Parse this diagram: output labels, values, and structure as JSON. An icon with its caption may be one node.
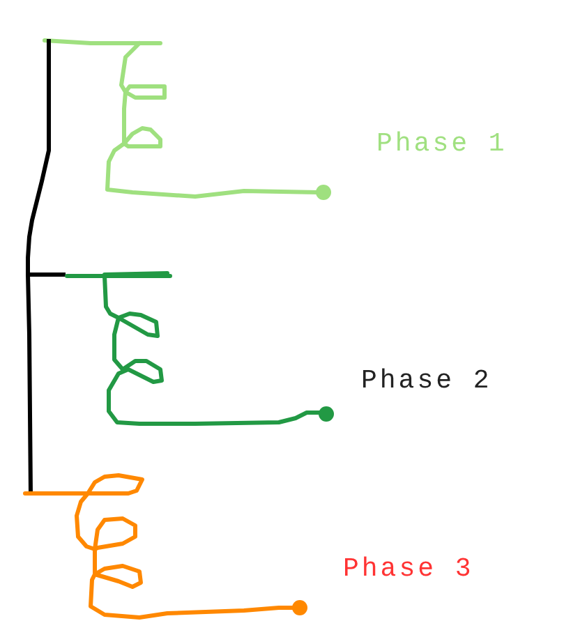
{
  "diagram": {
    "nodes": [
      {
        "text": [],
        "shape": "coil",
        "beside": [
          "Phase 1"
        ]
      },
      {
        "text": [],
        "shape": "coil",
        "beside": [
          "Phase 2"
        ]
      },
      {
        "text": [],
        "shape": "coil",
        "beside": [
          "Phase 3"
        ]
      }
    ],
    "edges": [
      {
        "from": 0,
        "to": 1,
        "arrow": "none"
      },
      {
        "from": 1,
        "to": 2,
        "arrow": "none"
      }
    ]
  }
}
